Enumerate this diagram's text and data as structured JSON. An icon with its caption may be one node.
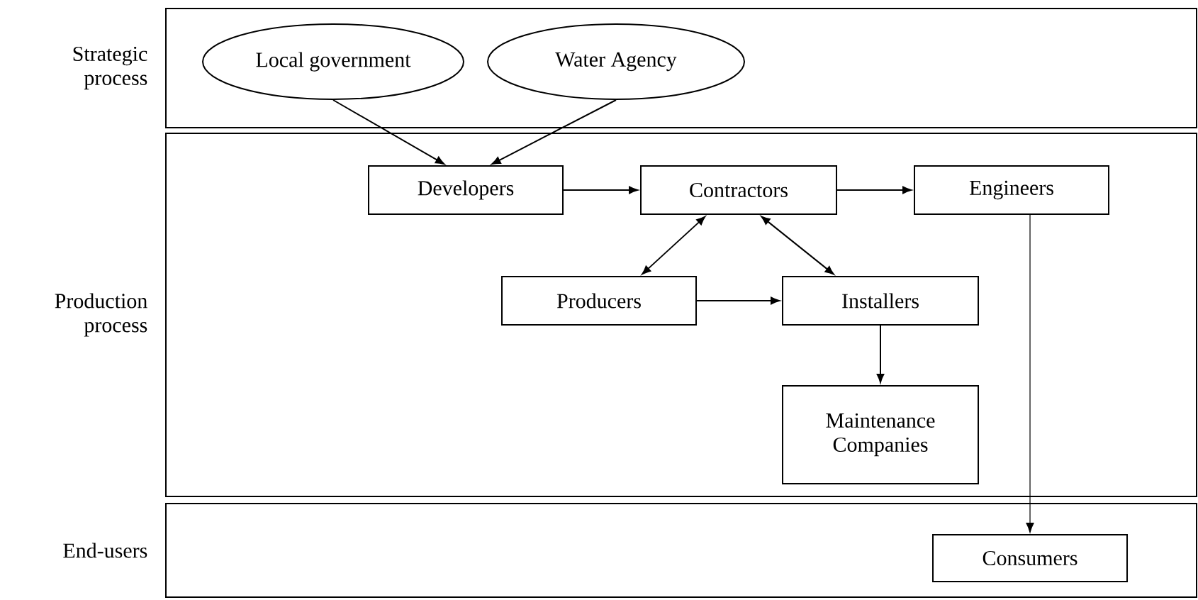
{
  "diagram": {
    "nodes": [
      {
        "text": [
          "Strategic process"
        ]
      },
      {
        "text": [
          "Local government"
        ],
        "in": 0
      },
      {
        "text": [
          "Water Agency"
        ],
        "in": 0
      },
      {
        "text": [
          "Production process"
        ]
      },
      {
        "text": [
          "Developers"
        ],
        "in": 3
      },
      {
        "text": [
          "Contractors"
        ],
        "in": 3
      },
      {
        "text": [
          "Engineers"
        ],
        "in": 3
      },
      {
        "text": [
          "Producers"
        ],
        "in": 3
      },
      {
        "text": [
          "Installers"
        ],
        "in": 3
      },
      {
        "text": [
          "Maintenance Companies"
        ],
        "in": 3
      },
      {
        "text": [
          "End-users"
        ]
      },
      {
        "text": [
          "Consumers"
        ],
        "in": 10
      }
    ],
    "edges": [
      {
        "from": 1,
        "to": 4,
        "arrow": "to"
      },
      {
        "from": 2,
        "to": 4,
        "arrow": "to"
      },
      {
        "from": 4,
        "to": 5,
        "arrow": "to"
      },
      {
        "from": 5,
        "to": 6,
        "arrow": "to"
      },
      {
        "from": 5,
        "to": 7,
        "arrow": "both"
      },
      {
        "from": 5,
        "to": 8,
        "arrow": "both"
      },
      {
        "from": 7,
        "to": 8,
        "arrow": "to"
      },
      {
        "from": 8,
        "to": 9,
        "arrow": "to"
      },
      {
        "from": 6,
        "to": 11,
        "arrow": "to"
      }
    ]
  }
}
